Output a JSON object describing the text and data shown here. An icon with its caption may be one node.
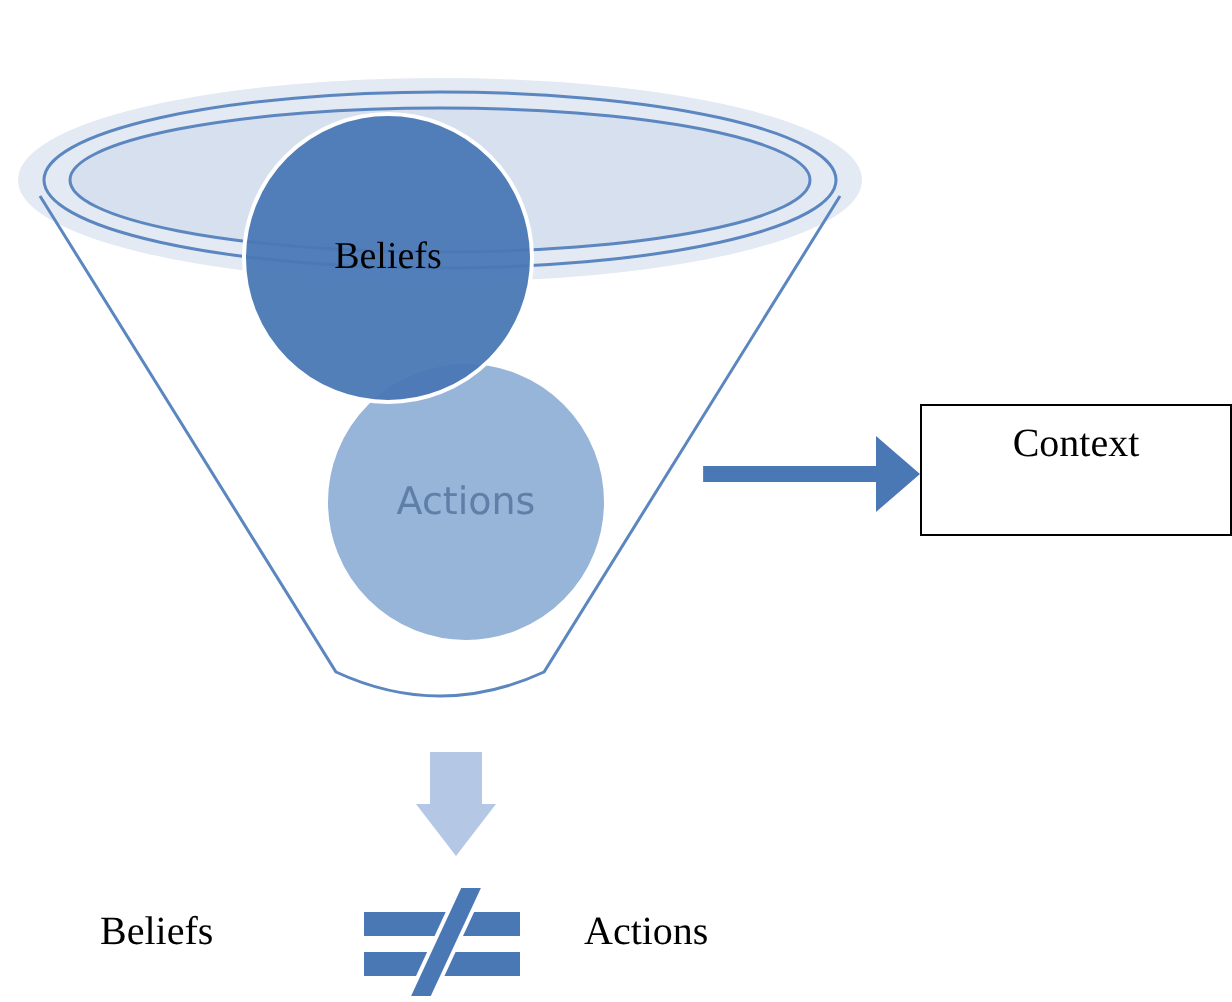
{
  "diagram": {
    "nodes": [
      {
        "text": [],
        "shape": "funnel"
      },
      {
        "text": [
          "Beliefs"
        ],
        "in": 0
      },
      {
        "text": [
          "Actions"
        ],
        "in": 0
      },
      {
        "text": [
          "Context"
        ]
      }
    ],
    "edges": [
      {
        "from": 0,
        "to": 3,
        "arrow": "to",
        "style": "thick"
      },
      {
        "from": 0,
        "to": null,
        "arrow": "to",
        "style": "thick",
        "color": "#b4c7e4"
      }
    ],
    "labels": [
      "Beliefs",
      "Actions"
    ]
  }
}
